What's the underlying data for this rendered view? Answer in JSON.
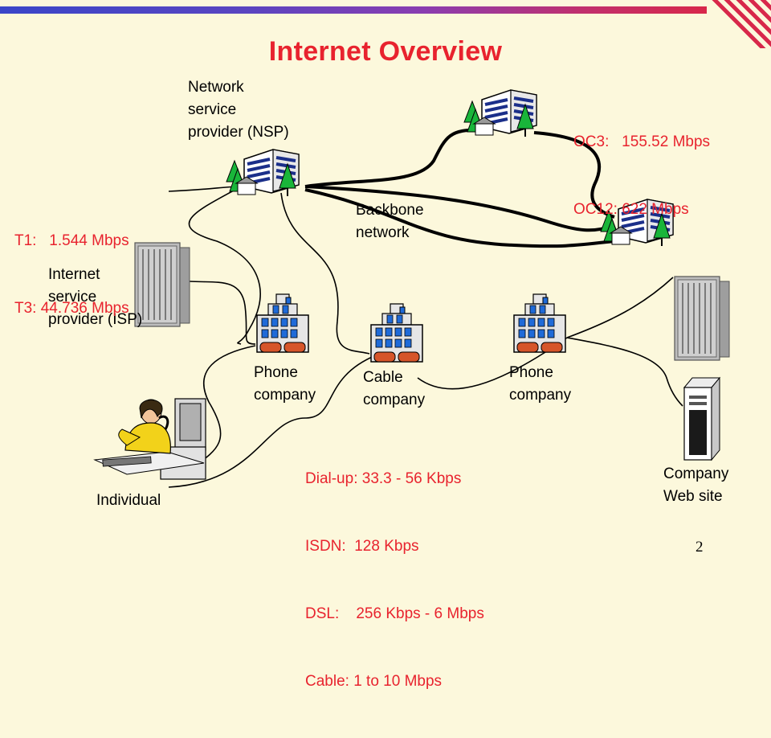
{
  "slide": {
    "title": "Internet Overview",
    "page_number": "2"
  },
  "nodes": {
    "nsp": {
      "label": "Network\nservice\nprovider (NSP)"
    },
    "backbone": {
      "label": "Backbone\nnetwork"
    },
    "isp": {
      "label": "Internet\nservice\nprovider (ISP)"
    },
    "phone_left": {
      "label": "Phone\ncompany"
    },
    "cable": {
      "label": "Cable\ncompany"
    },
    "phone_right": {
      "label": "Phone\ncompany"
    },
    "individual": {
      "label": "Individual"
    },
    "company_site": {
      "label": "Company\nWeb site"
    }
  },
  "speeds": {
    "trunk": [
      "T1:   1.544 Mbps",
      "T3: 44.736 Mbps"
    ],
    "optical": [
      "OC3:   155.52 Mbps",
      "OC12: 622 Mbps"
    ],
    "access": [
      "Dial-up: 33.3 - 56 Kbps",
      "ISDN:  128 Kbps",
      "DSL:    256 Kbps - 6 Mbps",
      "Cable: 1 to 10 Mbps"
    ]
  },
  "colors": {
    "accent_red": "#e8232e",
    "background": "#fcf8dc",
    "building_blue": "#1f6ad8",
    "tree_green": "#19b53a"
  },
  "icons": [
    "server-building-icon",
    "rack-server-icon",
    "office-building-icon",
    "tower-pc-icon",
    "person-at-desk-icon"
  ]
}
